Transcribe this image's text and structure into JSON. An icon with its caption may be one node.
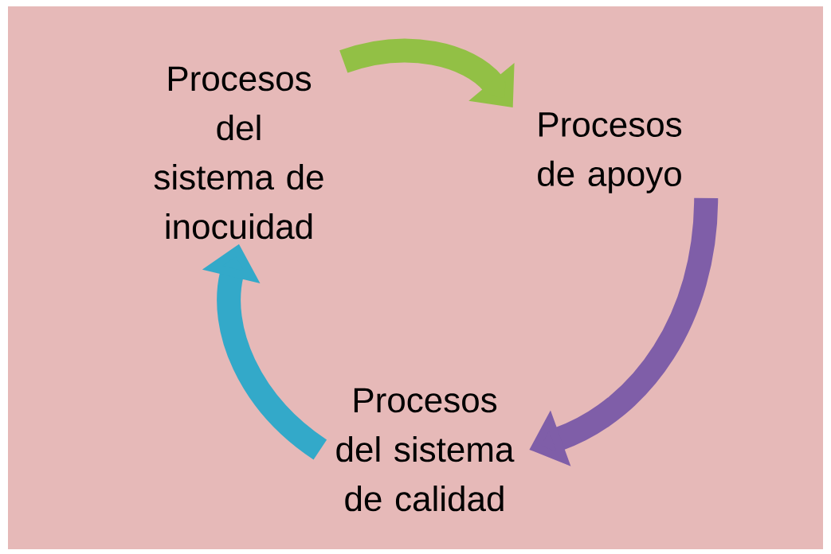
{
  "diagram": {
    "nodes": [
      {
        "text": [
          "Procesos del sistema de inocuidad"
        ]
      },
      {
        "text": [
          "Procesos de apoyo"
        ]
      },
      {
        "text": [
          "Procesos del sistema de calidad"
        ]
      }
    ],
    "edges": [
      {
        "from": 0,
        "to": 1,
        "arrow": "to",
        "color": "#92c045"
      },
      {
        "from": 1,
        "to": 2,
        "arrow": "to",
        "color": "#7f5ea8"
      },
      {
        "from": 2,
        "to": 0,
        "arrow": "to",
        "color": "#33a9c9"
      }
    ]
  }
}
